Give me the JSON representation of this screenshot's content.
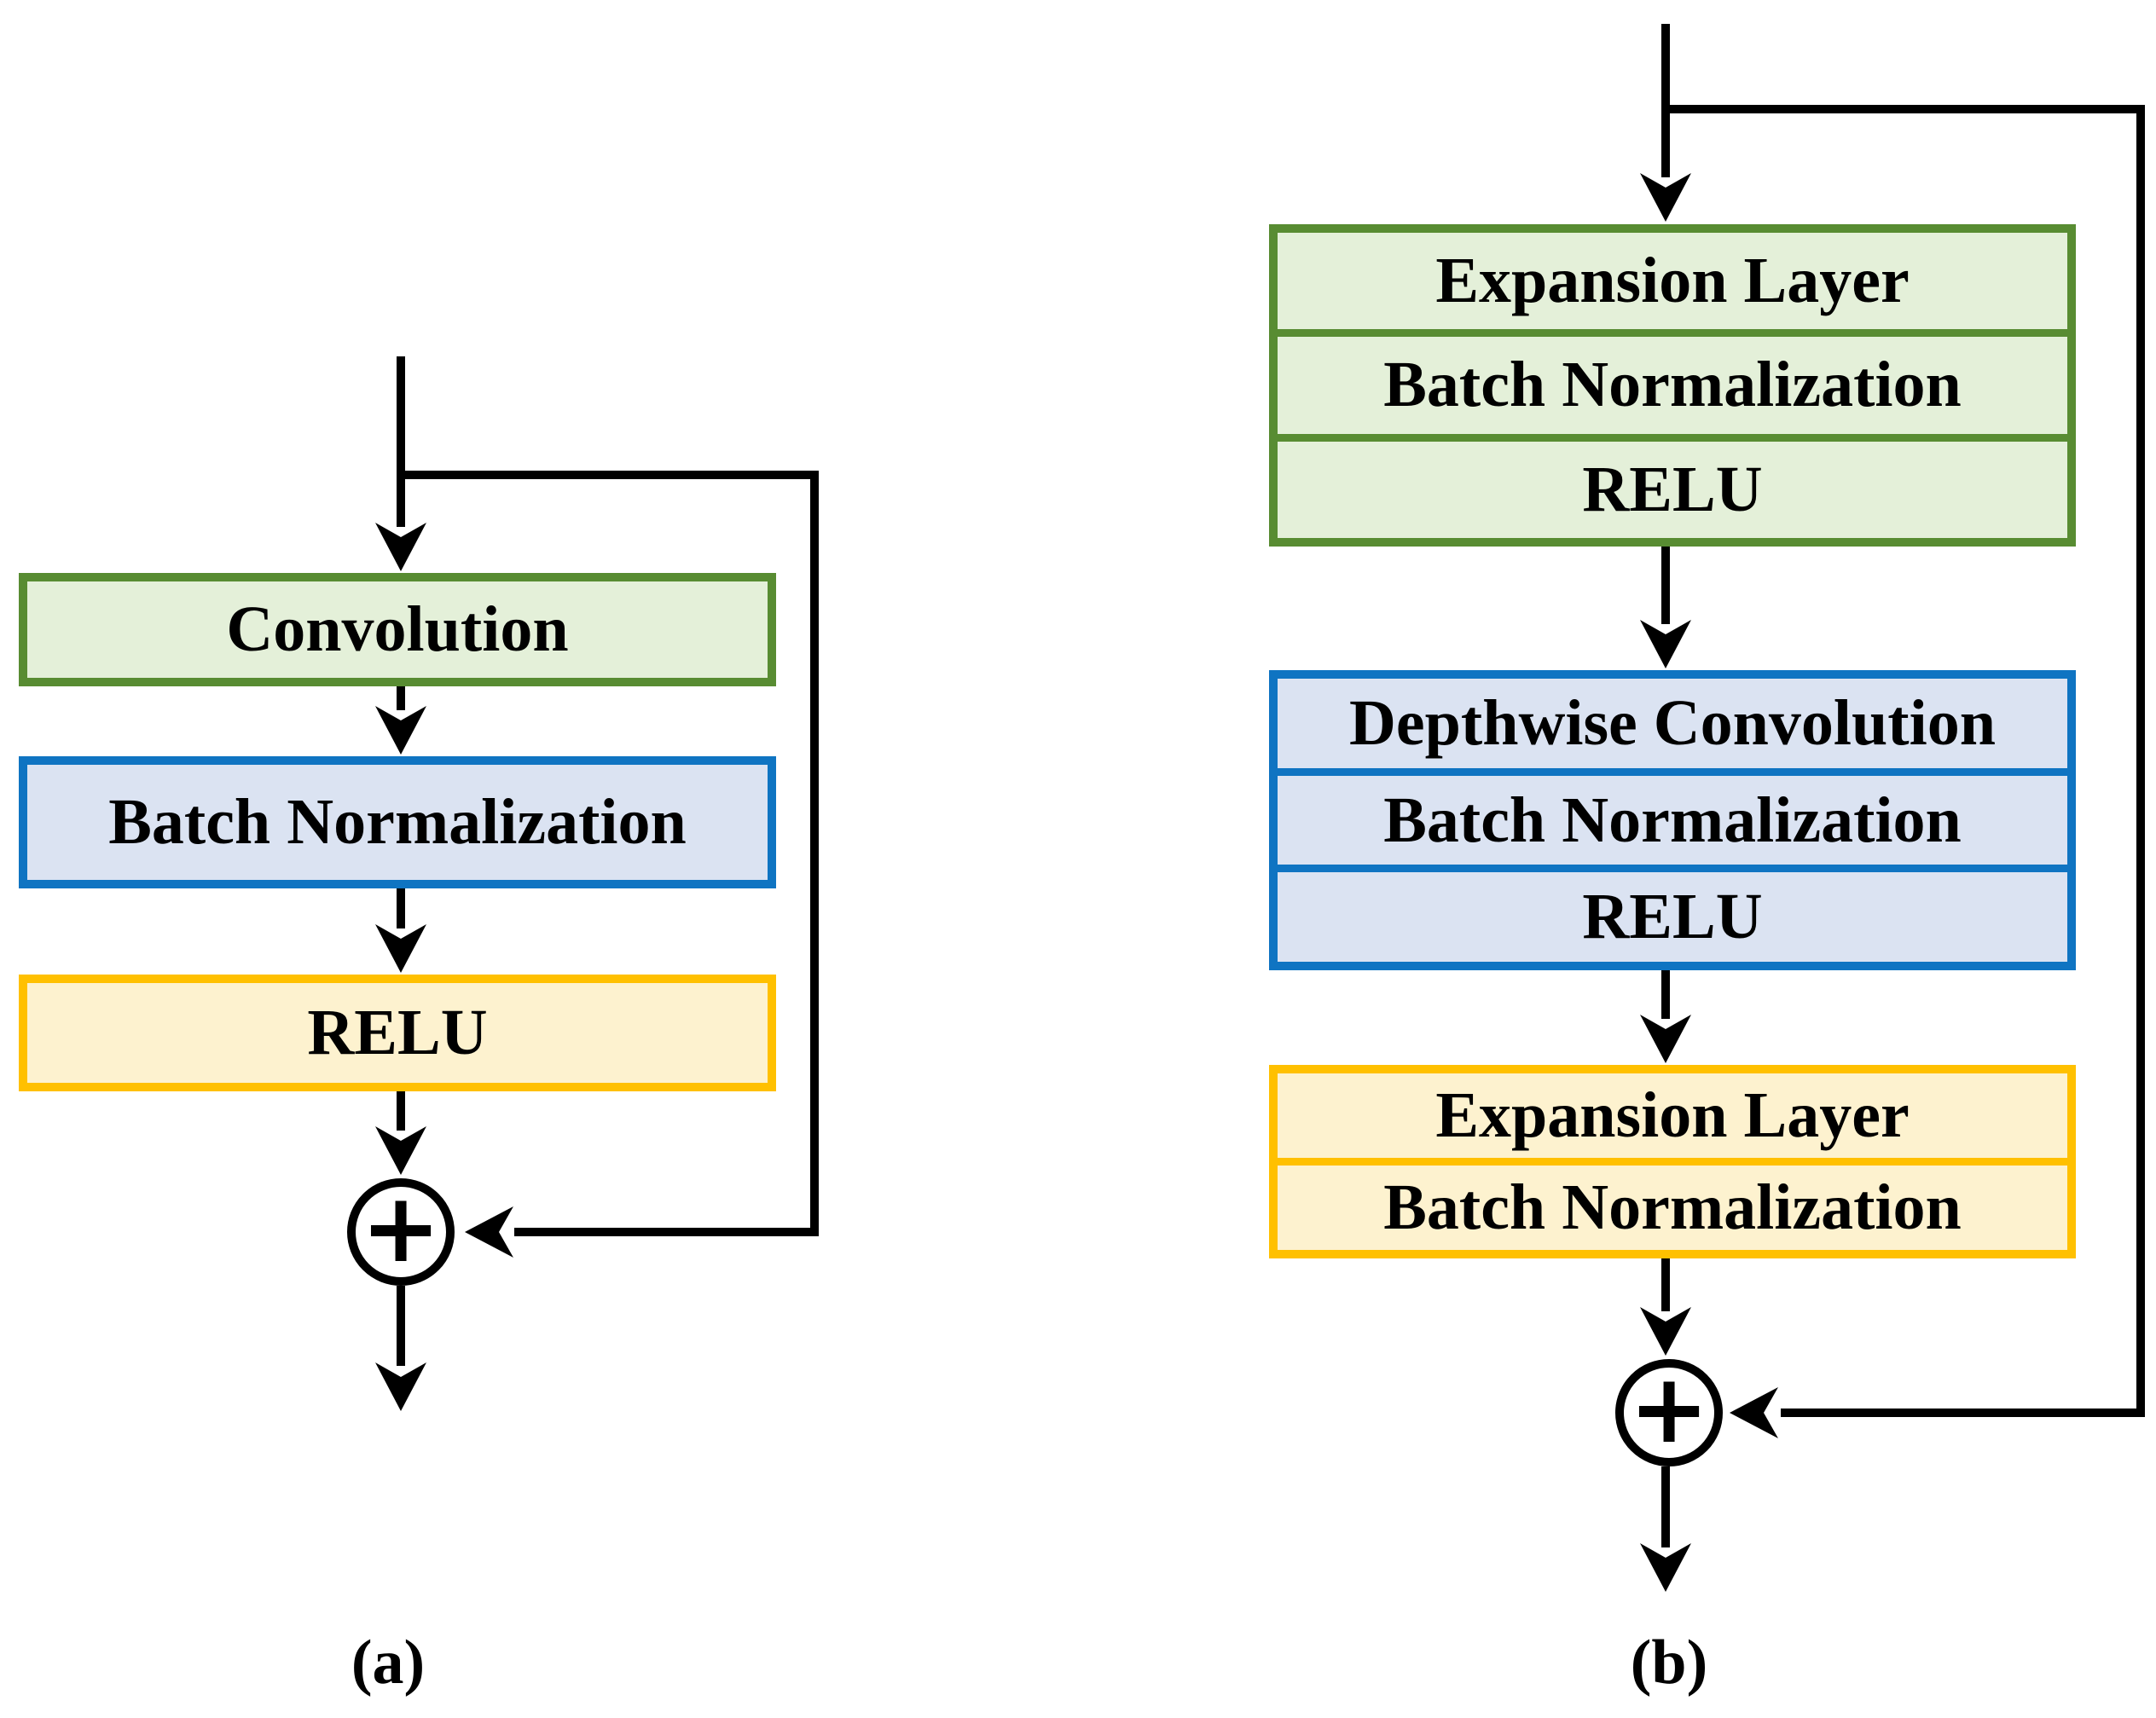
{
  "figure": {
    "type": "diagram",
    "description_colors": {
      "green_border": "#588c32",
      "green_fill": "#e4f0d9",
      "blue_border": "#0f74c2",
      "blue_fill": "#dbe3f2",
      "yellow_border": "#ffc000",
      "yellow_fill": "#fdf2cf",
      "line": "#000000",
      "background": "#ffffff"
    }
  },
  "diagram_a": {
    "label": "(a)",
    "sum_symbol": "+",
    "boxes": [
      {
        "id": "convolution",
        "style": "green",
        "text": "Convolution"
      },
      {
        "id": "batch-normalization",
        "style": "blue",
        "text": "Batch Normalization"
      },
      {
        "id": "relu",
        "style": "yellow",
        "text": "RELU"
      }
    ]
  },
  "diagram_b": {
    "label": "(b)",
    "sum_symbol": "+",
    "groups": [
      {
        "id": "expansion-group",
        "style": "green",
        "rows": [
          "Expansion Layer",
          "Batch Normalization",
          "RELU"
        ]
      },
      {
        "id": "depthwise-group",
        "style": "blue",
        "rows": [
          "Depthwise Convolution",
          "Batch Normalization",
          "RELU"
        ]
      },
      {
        "id": "projection-group",
        "style": "yellow",
        "rows": [
          "Expansion Layer",
          "Batch Normalization"
        ]
      }
    ]
  }
}
